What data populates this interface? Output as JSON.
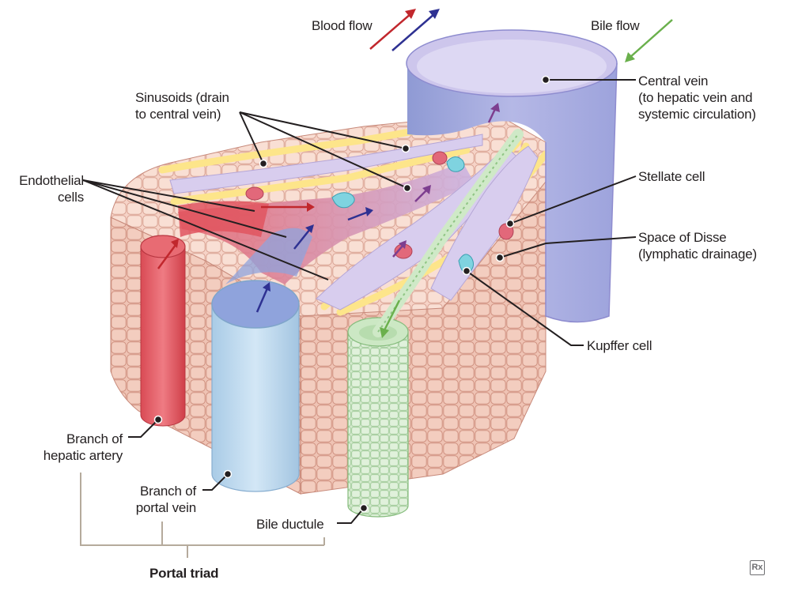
{
  "legend": {
    "blood_flow": "Blood flow",
    "bile_flow": "Bile flow"
  },
  "labels": {
    "sinusoids": "Sinusoids (drain\nto central vein)",
    "endothelial": "Endothelial\ncells",
    "central_vein": "Central vein\n(to hepatic vein and\nsystemic circulation)",
    "stellate": "Stellate cell",
    "space_of_disse": "Space of Disse\n(lymphatic drainage)",
    "kupffer": "Kupffer cell",
    "hepatic_artery": "Branch of\nhepatic artery",
    "portal_vein": "Branch of\nportal vein",
    "bile_ductule": "Bile ductule",
    "portal_triad": "Portal triad"
  },
  "logo_text": "Rx",
  "colors": {
    "artery": "#e05a63",
    "portal_vein": "#bcd9ef",
    "central_vein": "#b7b6e4",
    "bile_ductule": "#d3eacd",
    "hepatocyte": "#f6d3c7",
    "space_of_disse": "#fde58a",
    "blood_arrow_red": "#c1272d",
    "blood_arrow_blue": "#2e3192",
    "bile_arrow": "#6ab04c",
    "leader": "#231f20",
    "bracket": "#b5aa9c"
  }
}
